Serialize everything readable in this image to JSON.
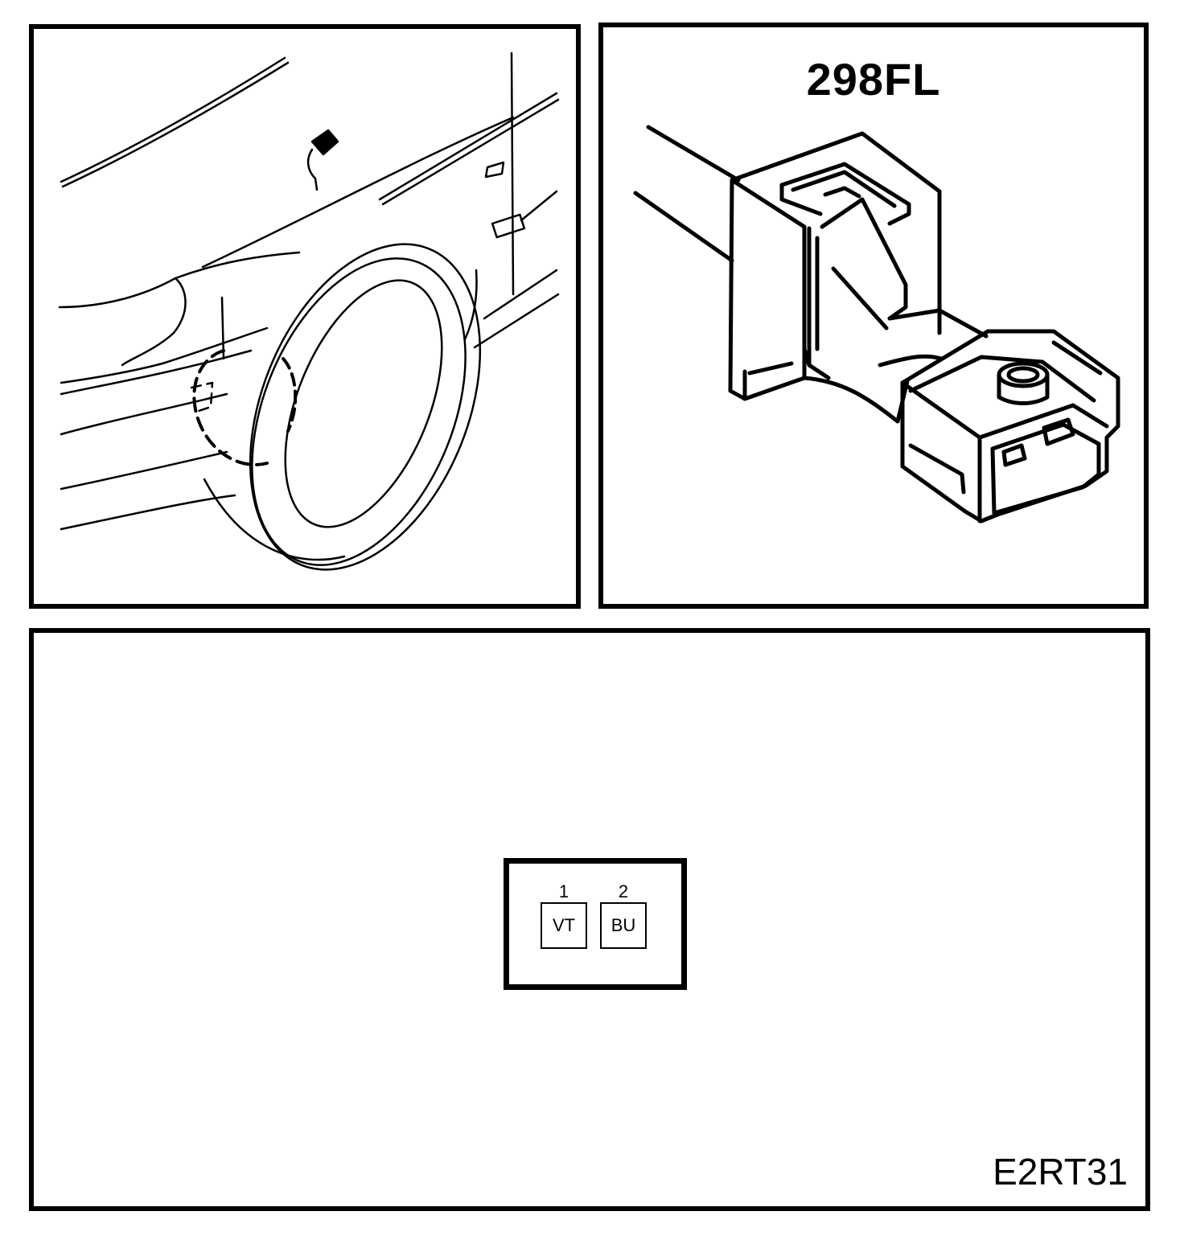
{
  "connector": {
    "id": "298FL"
  },
  "pinout": {
    "pins": [
      {
        "number": "1",
        "color": "VT"
      },
      {
        "number": "2",
        "color": "BU"
      }
    ]
  },
  "diagram_code": "E2RT31"
}
